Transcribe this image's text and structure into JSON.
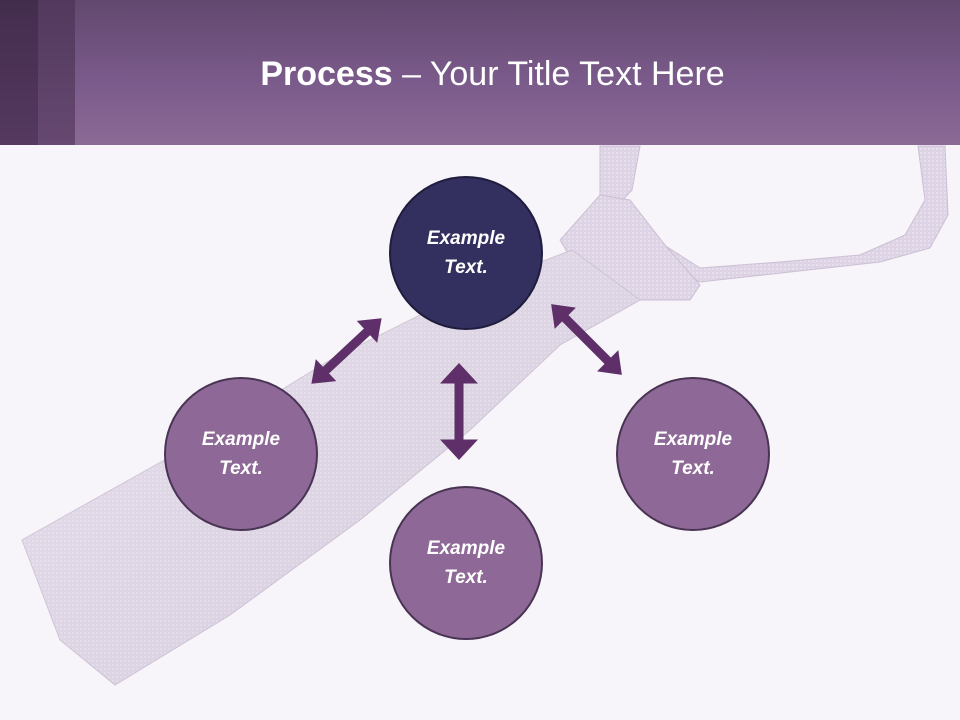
{
  "title": {
    "bold": "Process",
    "separator": " – ",
    "rest": "Your Title Text Here"
  },
  "nodes": {
    "center": {
      "line1": "Example",
      "line2": "Text."
    },
    "left": {
      "line1": "Example",
      "line2": "Text."
    },
    "right": {
      "line1": "Example",
      "line2": "Text."
    },
    "bottom": {
      "line1": "Example",
      "line2": "Text."
    }
  },
  "colors": {
    "header": "#7a5a8a",
    "center_node": "#33305f",
    "outer_node": "#8e6997",
    "arrow": "#5e2f68",
    "tie": "#ddd3e4"
  }
}
